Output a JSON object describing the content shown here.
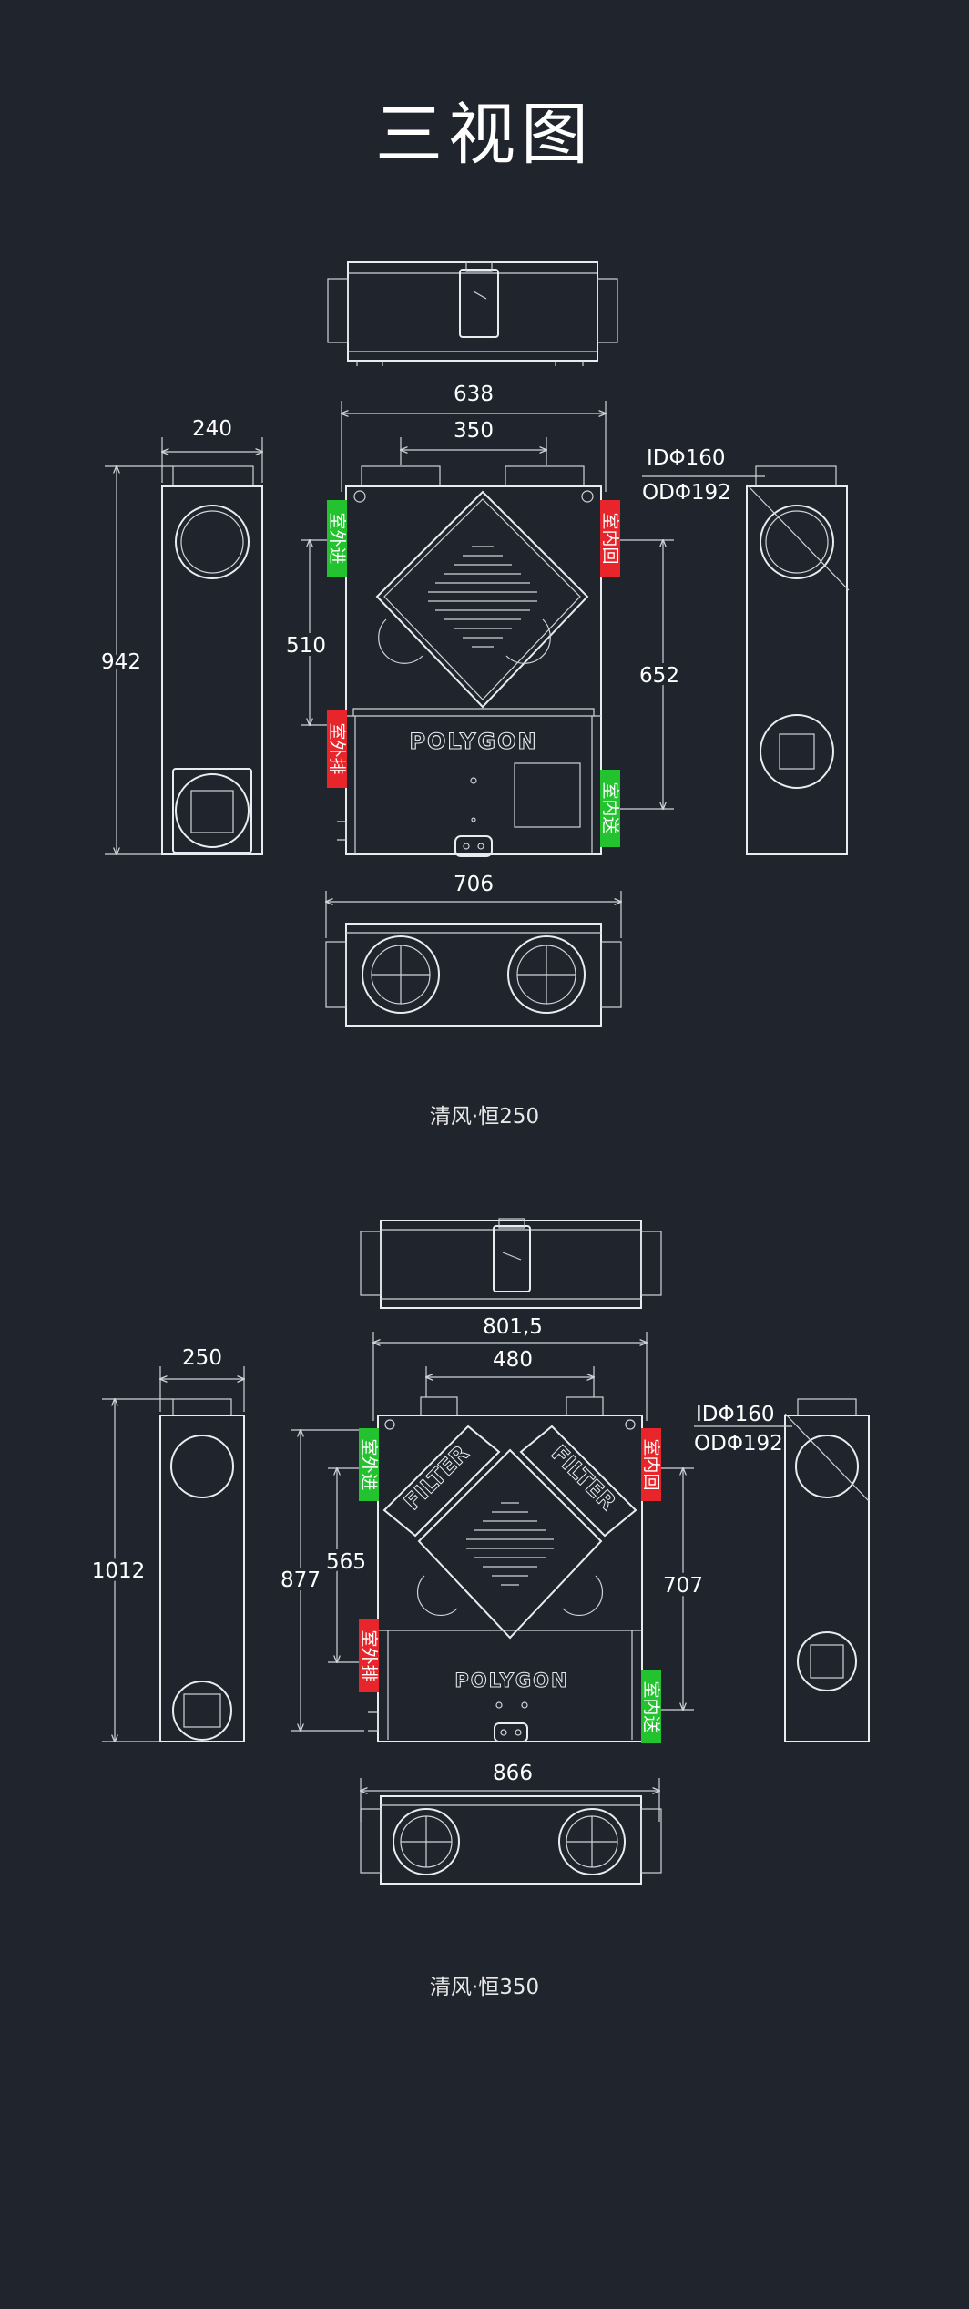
{
  "title": "三视图",
  "units": [
    {
      "caption": "清风·恒250",
      "dims": {
        "top_width": "638",
        "duct_spacing": "350",
        "side_width": "240",
        "height": "942",
        "left_vertical": "510",
        "right_vertical": "652",
        "bottom_width": "706",
        "id": "IDΦ160",
        "od": "ODΦ192"
      },
      "tags": {
        "fresh_in": "室外进",
        "room_return": "室内回",
        "exhaust": "室外排",
        "supply": "室内送"
      },
      "brand": "POLYGON"
    },
    {
      "caption": "清风·恒350",
      "dims": {
        "top_width": "801,5",
        "duct_spacing": "480",
        "side_width": "250",
        "height": "1012",
        "left_outer": "877",
        "left_vertical": "565",
        "right_vertical": "707",
        "bottom_width": "866",
        "id": "IDΦ160",
        "od": "ODΦ192"
      },
      "tags": {
        "fresh_in": "室外进",
        "room_return": "室内回",
        "exhaust": "室外排",
        "supply": "室内送"
      },
      "brand": "POLYGON",
      "filter_label": "FILTER"
    }
  ],
  "colors": {
    "background": "#20252d",
    "line": "#e9ecef",
    "green_tag": "#22c32e",
    "red_tag": "#e8252a"
  }
}
